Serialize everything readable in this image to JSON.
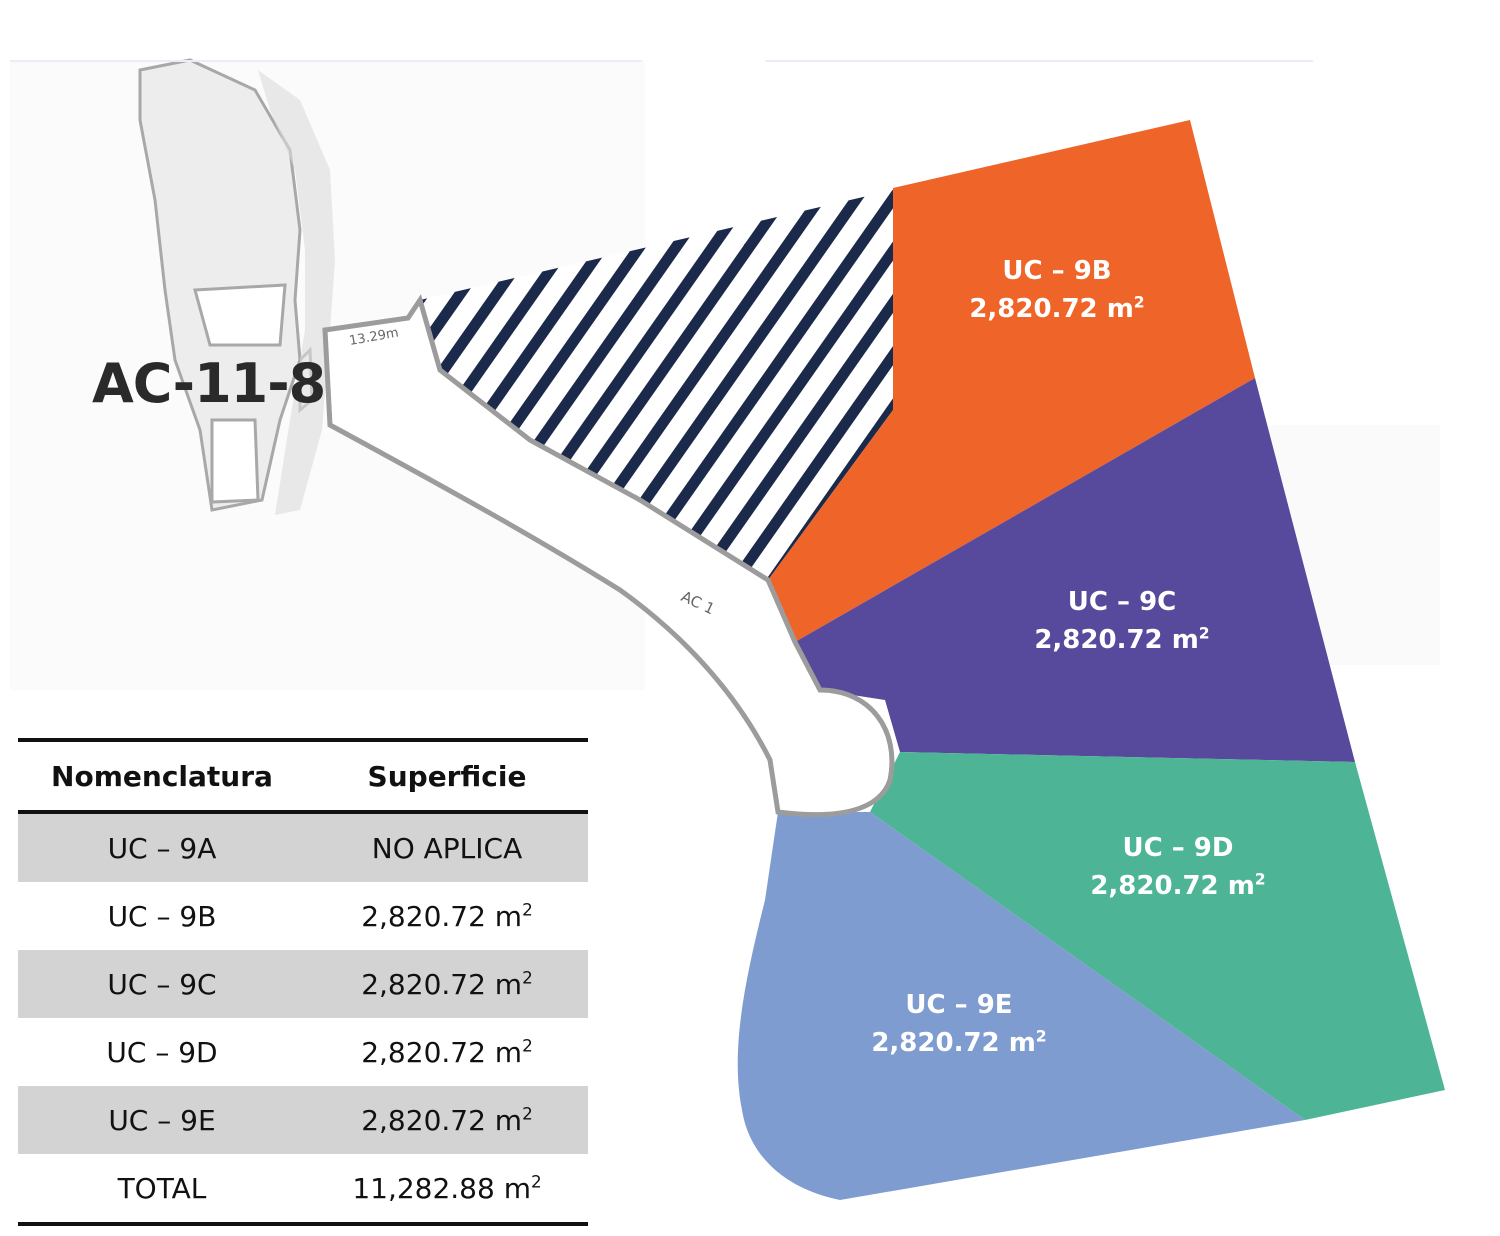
{
  "map": {
    "background_label": "AC-11-8",
    "street_tags": [
      "13.29m",
      "AC 1"
    ],
    "colors": {
      "uc_9b": "#ee6429",
      "uc_9c": "#574a9c",
      "uc_9d": "#4db595",
      "uc_9e": "#7f9cd1",
      "hatch": "#1b2a4a",
      "outline": "#9c9c9c"
    },
    "lots": [
      {
        "id": "UC – 9B",
        "area": "2,820.72 m",
        "unit_sup": "2"
      },
      {
        "id": "UC – 9C",
        "area": "2,820.72 m",
        "unit_sup": "2"
      },
      {
        "id": "UC – 9D",
        "area": "2,820.72 m",
        "unit_sup": "2"
      },
      {
        "id": "UC – 9E",
        "area": "2,820.72 m",
        "unit_sup": "2"
      }
    ]
  },
  "table": {
    "headers": [
      "Nomenclatura",
      "Superficie"
    ],
    "rows": [
      {
        "name": "UC – 9A",
        "value": "NO APLICA",
        "sup": ""
      },
      {
        "name": "UC – 9B",
        "value": "2,820.72 m",
        "sup": "2"
      },
      {
        "name": "UC – 9C",
        "value": "2,820.72 m",
        "sup": "2"
      },
      {
        "name": "UC – 9D",
        "value": "2,820.72 m",
        "sup": "2"
      },
      {
        "name": "UC – 9E",
        "value": "2,820.72 m",
        "sup": "2"
      },
      {
        "name": "TOTAL",
        "value": "11,282.88 m",
        "sup": "2"
      }
    ]
  }
}
